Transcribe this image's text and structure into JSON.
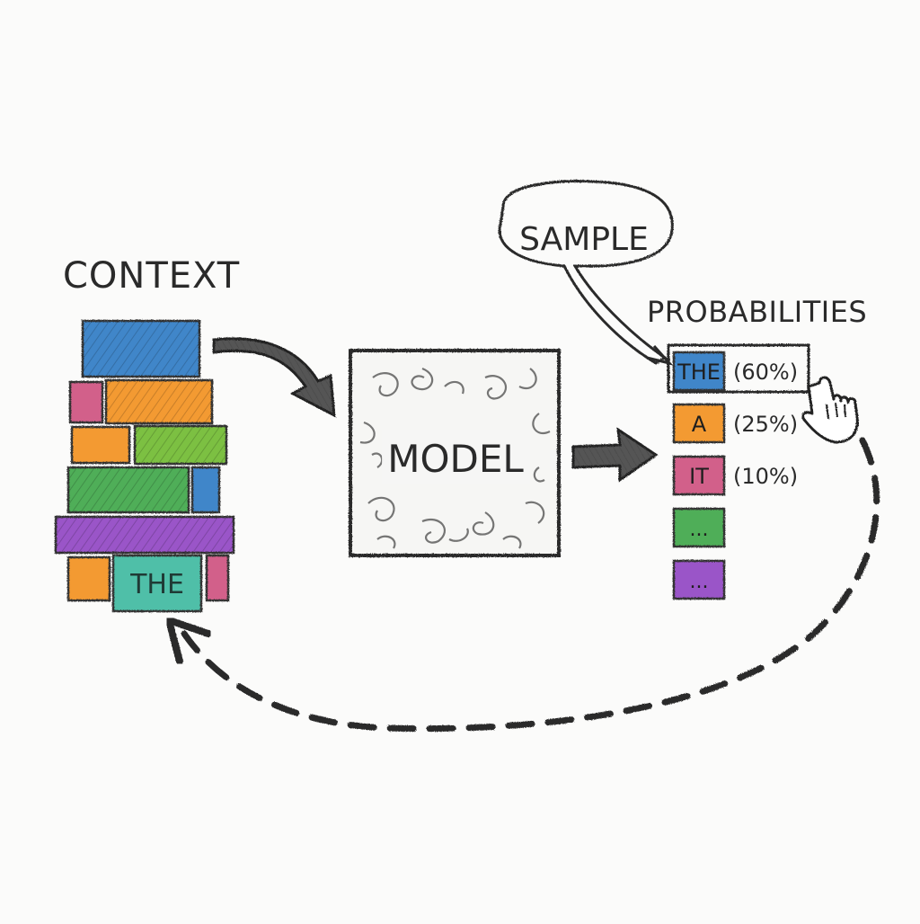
{
  "context": {
    "title": "CONTEXT",
    "token_label": "THE"
  },
  "model": {
    "label": "MODEL"
  },
  "sample": {
    "label": "SAMPLE"
  },
  "probabilities": {
    "title": "PROBABILITIES",
    "items": [
      {
        "token": "THE",
        "percent": "(60%)",
        "color": "#3f86c9",
        "selected": true
      },
      {
        "token": "A",
        "percent": "(25%)",
        "color": "#f39a33"
      },
      {
        "token": "IT",
        "percent": "(10%)",
        "color": "#d2608a"
      },
      {
        "token": "...",
        "percent": "",
        "color": "#4fae59"
      },
      {
        "token": "...",
        "percent": "",
        "color": "#9a55c8"
      }
    ]
  },
  "colors": {
    "blue": "#3f86c9",
    "orange": "#f39a33",
    "pink": "#d2608a",
    "green": "#4fae59",
    "lime": "#7cc043",
    "purple": "#9a55c8",
    "teal": "#4fbfa8",
    "ink": "#2a2a2a"
  }
}
